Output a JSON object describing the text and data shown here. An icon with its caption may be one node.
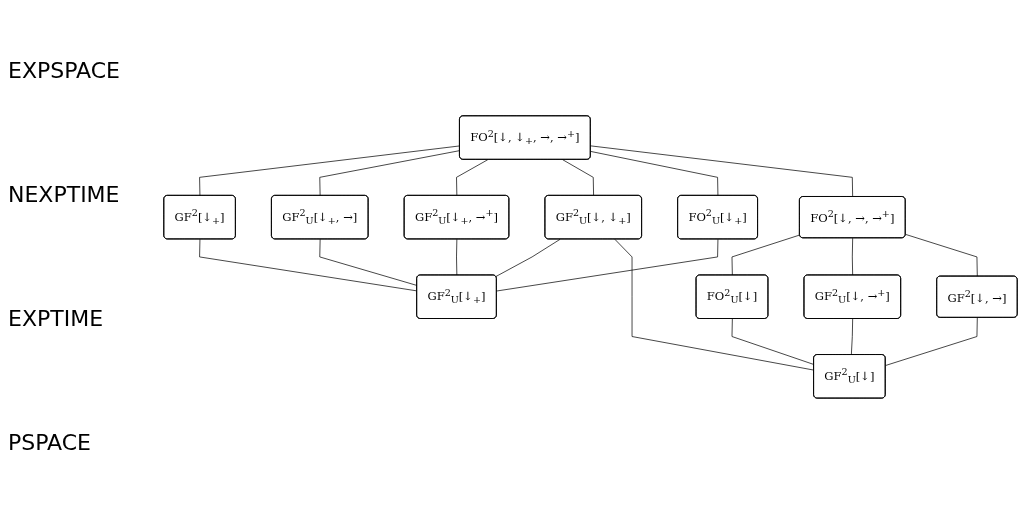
{
  "diagram": {
    "nodes": [
      {
        "text": [
          "FO$^{2}$[↓, ↓$_{+}$, →, →$^{+}$]"
        ]
      },
      {
        "text": [
          "GF$^{2}$[↓$_{+}$]"
        ]
      },
      {
        "text": [
          "GF$^{2}$$_{U}$[↓$_{+}$, →]"
        ]
      },
      {
        "text": [
          "GF$^{2}$$_{U}$[↓$_{+}$, →$^{+}$]"
        ]
      },
      {
        "text": [
          "GF$^{2}$$_{U}$[↓, ↓$_{+}$]"
        ]
      },
      {
        "text": [
          "FO$^{2}$$_{U}$[↓$_{+}$]"
        ]
      },
      {
        "text": [
          "FO$^{2}$[↓, →, →$^{+}$]"
        ]
      },
      {
        "text": [
          "FO$^{2}$$_{U}$[↓]"
        ]
      },
      {
        "text": [
          "GF$^{2}$$_{U}$[↓, →$^{+}$]"
        ]
      },
      {
        "text": [
          "GF$^{2}$[↓, →]"
        ]
      },
      {
        "text": [
          "GF$^{2}$$_{U}$[↓]"
        ]
      },
      {
        "text": [
          "GF$^{2}$$_{U}$[↓$_{+}$]"
        ]
      }
    ],
    "edges": [
      {
        "from": 0,
        "to": 1,
        "arrow": "none"
      },
      {
        "from": 0,
        "to": 2,
        "arrow": "none"
      },
      {
        "from": 0,
        "to": 3,
        "arrow": "none"
      },
      {
        "from": 0,
        "to": 4,
        "arrow": "none"
      },
      {
        "from": 0,
        "to": 5,
        "arrow": "none"
      },
      {
        "from": 0,
        "to": 6,
        "arrow": "none"
      },
      {
        "from": 1,
        "to": 11,
        "arrow": "none"
      },
      {
        "from": 2,
        "to": 11,
        "arrow": "none"
      },
      {
        "from": 3,
        "to": 11,
        "arrow": "none"
      },
      {
        "from": 4,
        "to": 11,
        "arrow": "none"
      },
      {
        "from": 4,
        "to": 10,
        "arrow": "none"
      },
      {
        "from": 5,
        "to": 11,
        "arrow": "none"
      },
      {
        "from": 6,
        "to": 7,
        "arrow": "none"
      },
      {
        "from": 6,
        "to": 8,
        "arrow": "none"
      },
      {
        "from": 6,
        "to": 9,
        "arrow": "none"
      },
      {
        "from": 7,
        "to": 10,
        "arrow": "none"
      },
      {
        "from": 8,
        "to": 10,
        "arrow": "none"
      },
      {
        "from": 9,
        "to": 10,
        "arrow": "none"
      }
    ],
    "labels": [
      "EXPSPACE",
      "NEXPTIME",
      "EXPTIME",
      "PSPACE"
    ]
  }
}
